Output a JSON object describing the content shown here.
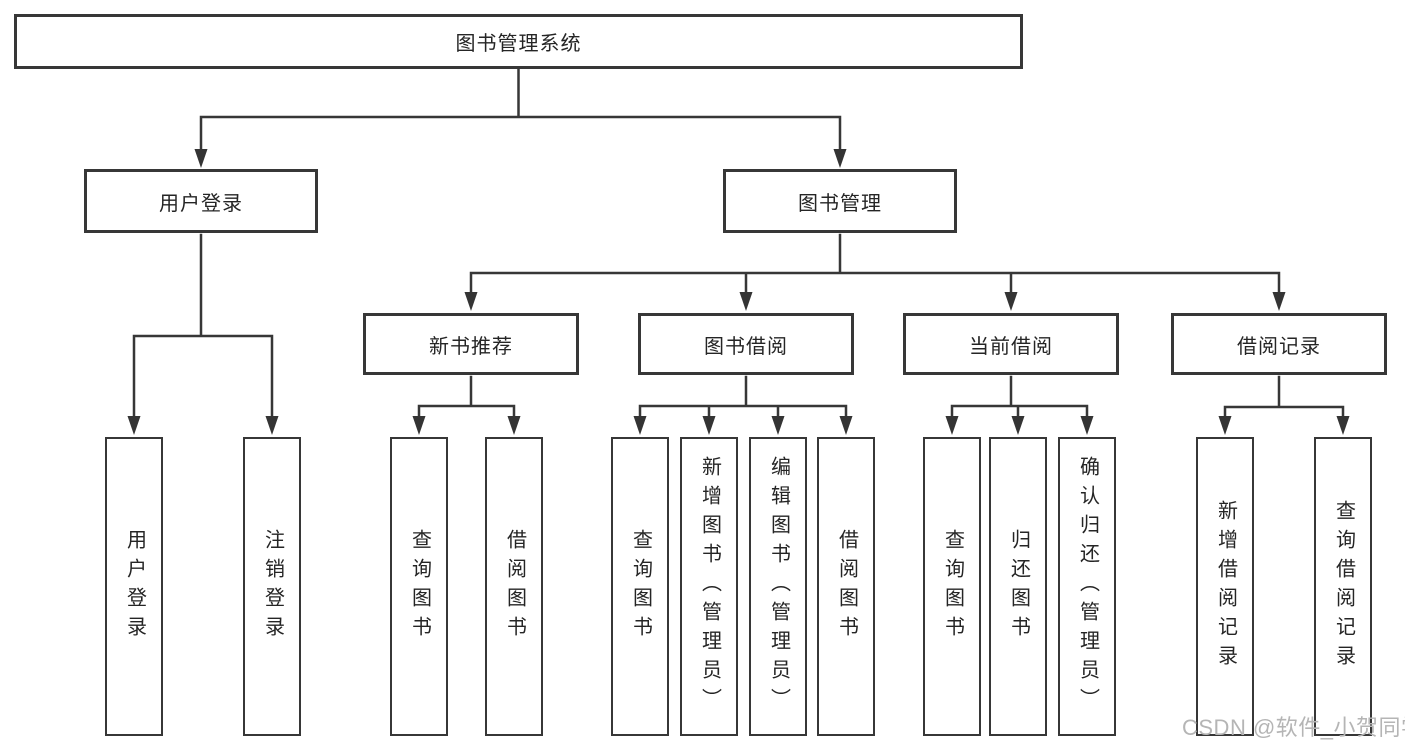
{
  "tree": {
    "label": "图书管理系统",
    "children": [
      {
        "label": "用户登录",
        "children": [
          {
            "label": "用户登录"
          },
          {
            "label": "注销登录"
          }
        ]
      },
      {
        "label": "图书管理",
        "children": [
          {
            "label": "新书推荐",
            "children": [
              {
                "label": "查询图书"
              },
              {
                "label": "借阅图书"
              }
            ]
          },
          {
            "label": "图书借阅",
            "children": [
              {
                "label": "查询图书"
              },
              {
                "label": "新增图书（管理员）"
              },
              {
                "label": "编辑图书（管理员）"
              },
              {
                "label": "借阅图书"
              }
            ]
          },
          {
            "label": "当前借阅",
            "children": [
              {
                "label": "查询图书"
              },
              {
                "label": "归还图书"
              },
              {
                "label": "确认归还（管理员）"
              }
            ]
          },
          {
            "label": "借阅记录",
            "children": [
              {
                "label": "新增借阅记录"
              },
              {
                "label": "查询借阅记录"
              }
            ]
          }
        ]
      }
    ]
  },
  "watermark": {
    "text": "CSDN @软件_小贺同学"
  },
  "colors": {
    "line": "#373737",
    "text": "#252525",
    "watermark": "#b5b5b5",
    "background": "#ffffff"
  }
}
